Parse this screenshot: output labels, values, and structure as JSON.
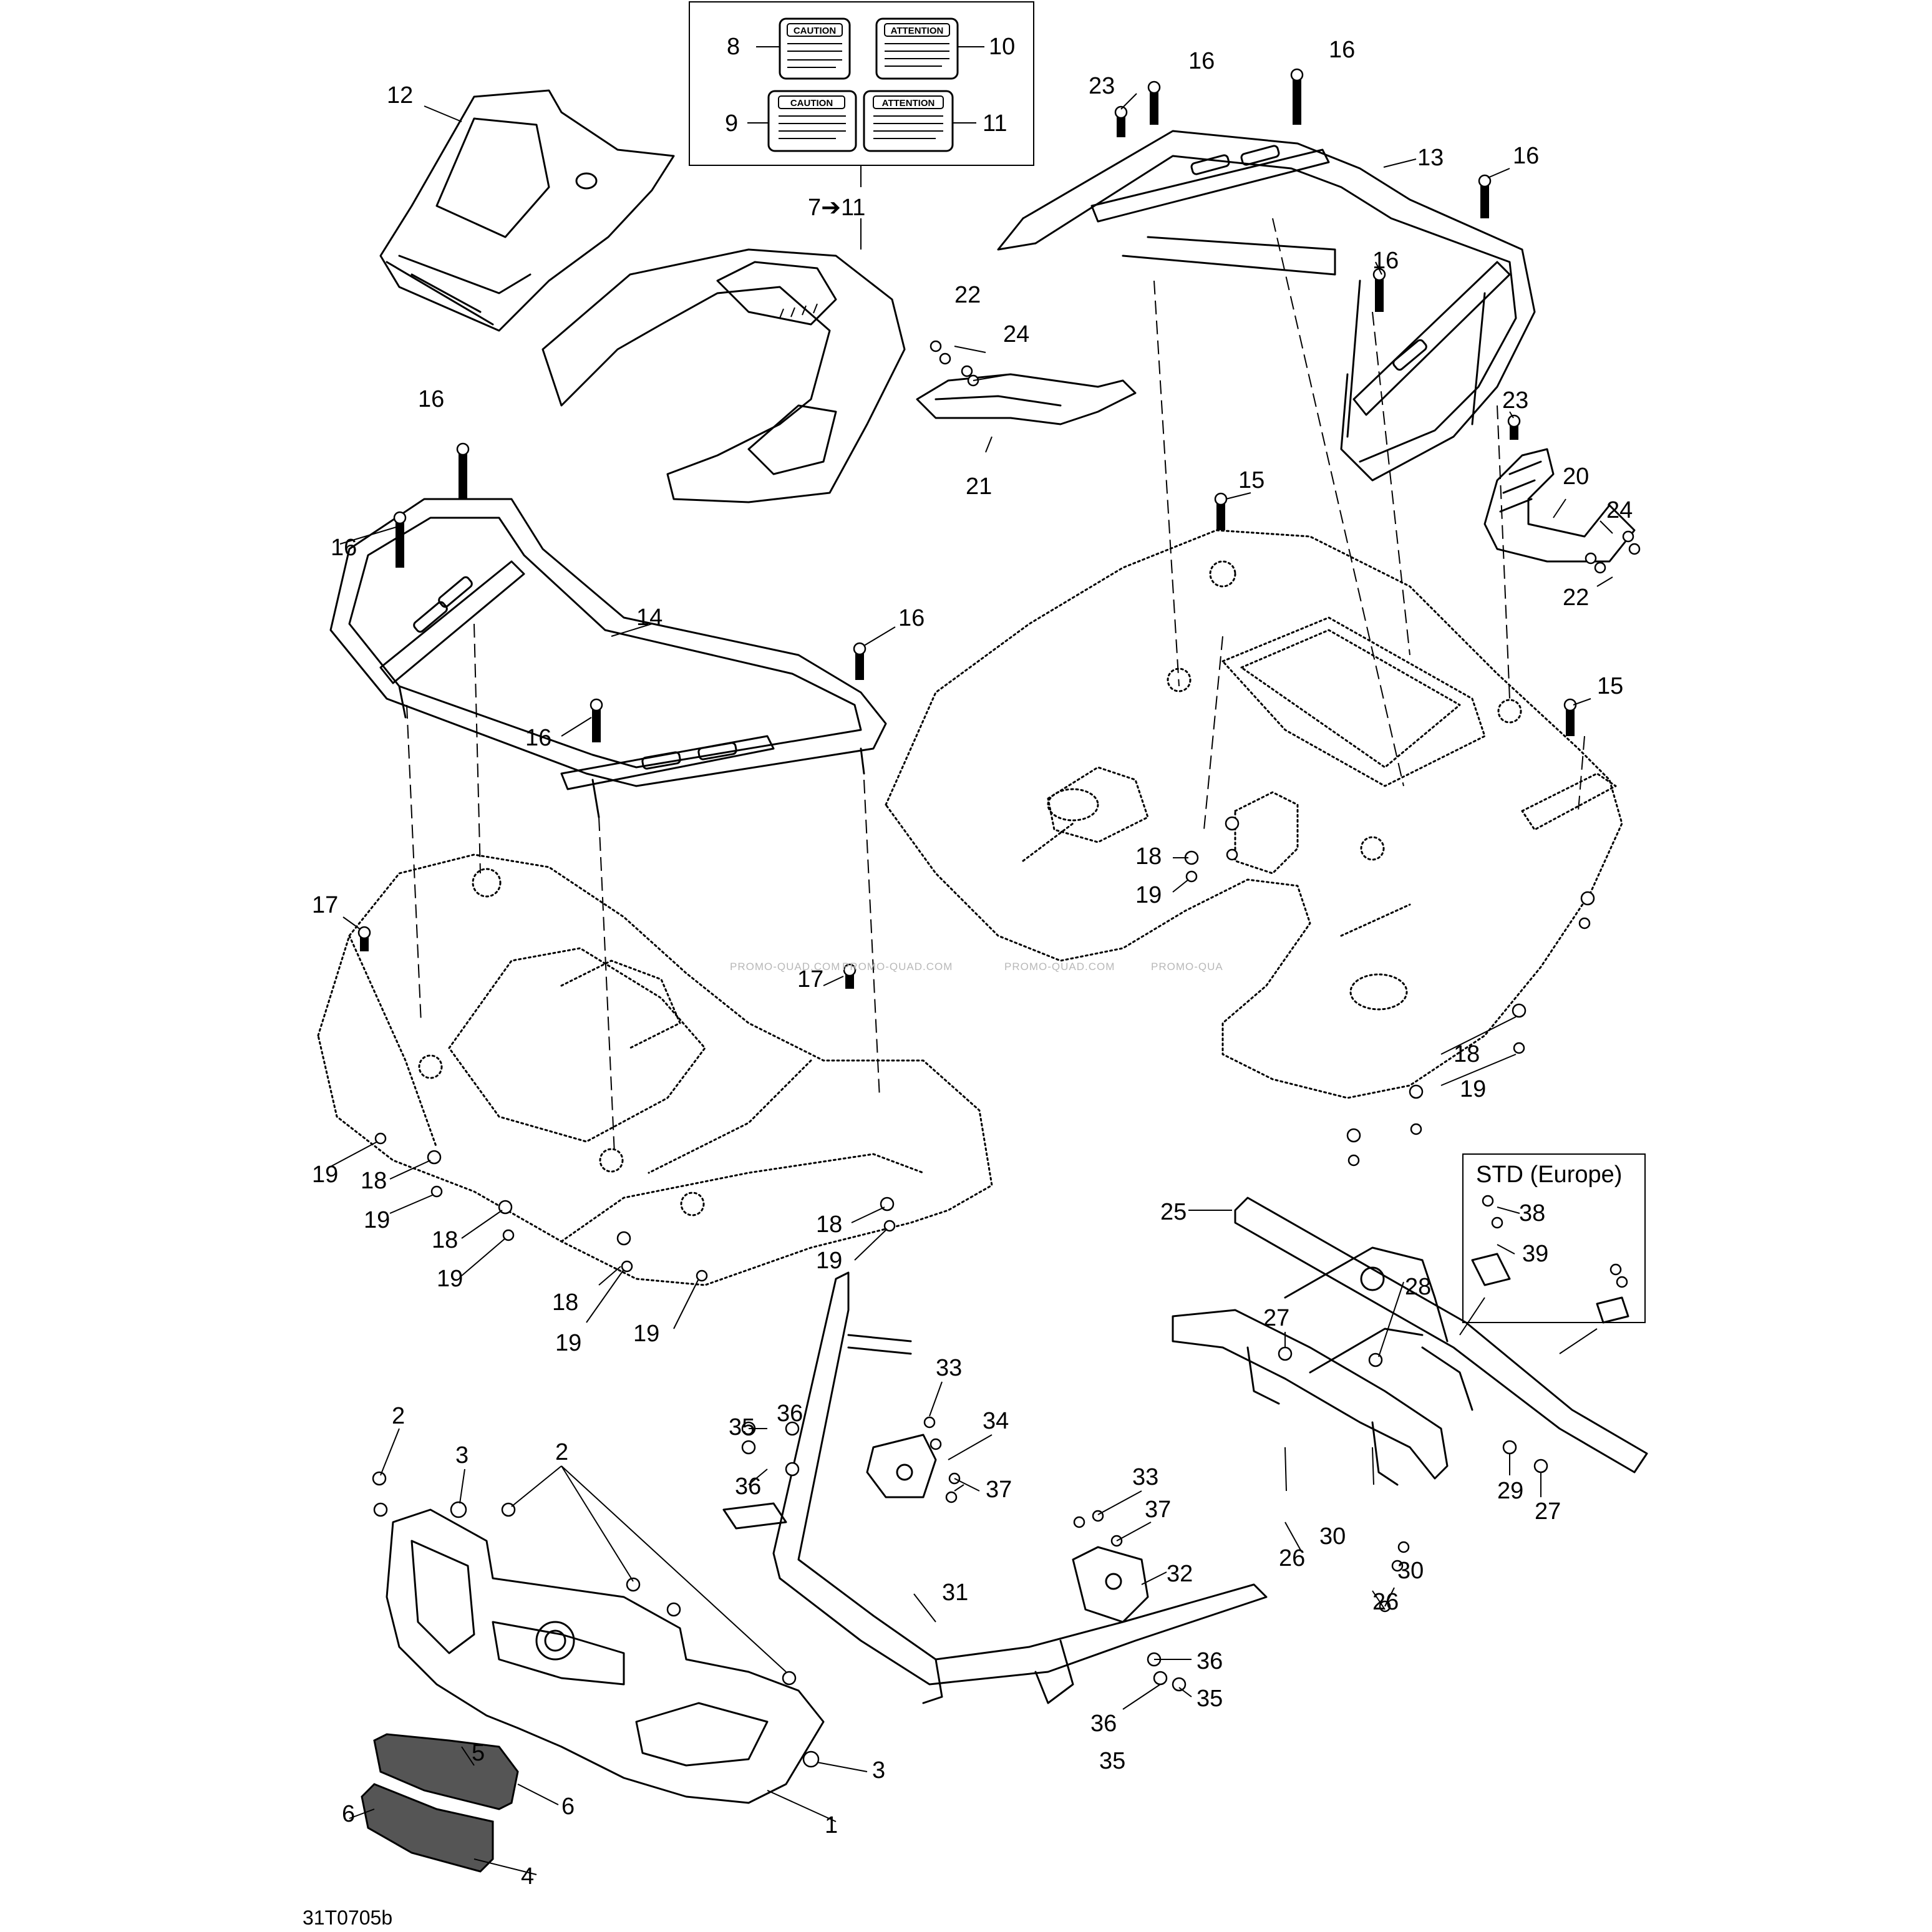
{
  "callouts": {
    "c1": "1",
    "c2a": "2",
    "c2b": "2",
    "c3a": "3",
    "c3b": "3",
    "c4": "4",
    "c5": "5",
    "c6a": "6",
    "c6b": "6",
    "c7to11": "7➔11",
    "c8": "8",
    "c9": "9",
    "c10": "10",
    "c11": "11",
    "c12": "12",
    "c13": "13",
    "c14": "14",
    "c15a": "15",
    "c15b": "15",
    "c16a": "16",
    "c16b": "16",
    "c16c": "16",
    "c16d": "16",
    "c16e": "16",
    "c16f": "16",
    "c16g": "16",
    "c16h": "16",
    "c17a": "17",
    "c17b": "17",
    "c18a": "18",
    "c18b": "18",
    "c18c": "18",
    "c18d": "18",
    "c18e": "18",
    "c18f": "18",
    "c19a": "19",
    "c19b": "19",
    "c19c": "19",
    "c19d": "19",
    "c19e": "19",
    "c19f": "19",
    "c19g": "19",
    "c20": "20",
    "c21": "21",
    "c22a": "22",
    "c22b": "22",
    "c23a": "23",
    "c23b": "23",
    "c24a": "24",
    "c24b": "24",
    "c25": "25",
    "c26a": "26",
    "c26b": "26",
    "c27a": "27",
    "c27b": "27",
    "c28": "28",
    "c29": "29",
    "c30a": "30",
    "c30b": "30",
    "c31": "31",
    "c32": "32",
    "c33a": "33",
    "c33b": "33",
    "c34": "34",
    "c35a": "35",
    "c35b": "35",
    "c35c": "35",
    "c36a": "36",
    "c36b": "36",
    "c36c": "36",
    "c36d": "36",
    "c37a": "37",
    "c37b": "37",
    "c38": "38",
    "c39": "39"
  },
  "decals": {
    "caution": "CAUTION",
    "attention": "ATTENTION"
  },
  "std_europe_label": "STD (Europe)",
  "watermark": {
    "w1": "PROMO-QUAD.COM",
    "w2": "PROMO-QUAD.COM",
    "w3": "PROMO-QUAD.COM",
    "w4": "PROMO-QUA"
  },
  "drawing_code": "31T0705b"
}
